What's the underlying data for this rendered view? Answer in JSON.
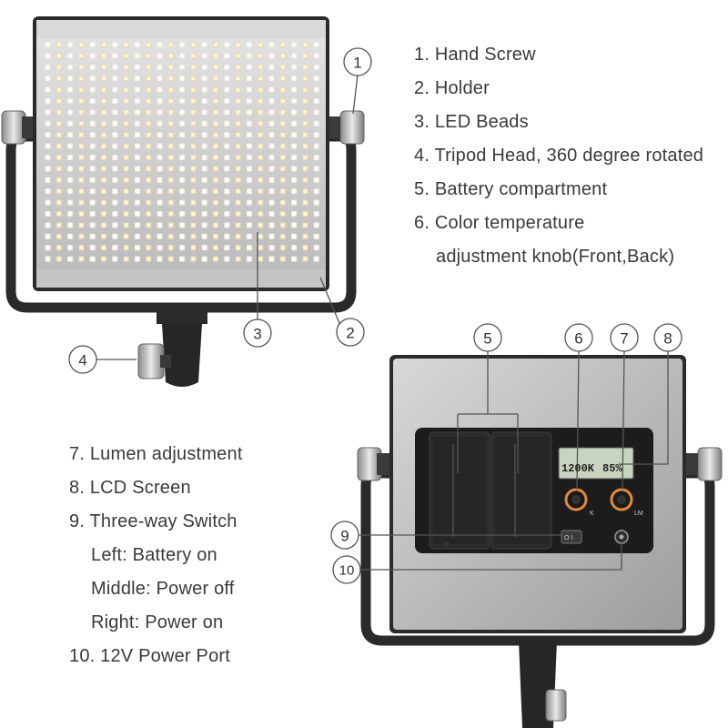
{
  "legend_top": [
    "1. Hand Screw",
    "2. Holder",
    "3. LED Beads",
    "4. Tripod Head, 360 degree rotated",
    "5. Battery compartment",
    "6. Color temperature",
    "adjustment knob(Front,Back)"
  ],
  "legend_bottom": [
    "7. Lumen adjustment",
    "8. LCD Screen",
    "9. Three-way Switch",
    "Left: Battery on",
    "Middle: Power off",
    "Right: Power on",
    "10. 12V Power Port"
  ],
  "callouts": [
    "1",
    "2",
    "3",
    "4",
    "5",
    "6",
    "7",
    "8",
    "9",
    "10"
  ],
  "lcd": {
    "left": "1200K",
    "right": "85%"
  },
  "knob_labels": {
    "color": "K",
    "lumen": "LM"
  },
  "switch_label": "O I",
  "colors": {
    "frame": "#2b2b2b",
    "panel_silver": "#c9c9c9",
    "led_warm": "#f3d9a6",
    "led_cool": "#eef3f8",
    "knob_ring": "#e08a3c",
    "lcd": "#c8d4c0",
    "callout_stroke": "#555555"
  }
}
